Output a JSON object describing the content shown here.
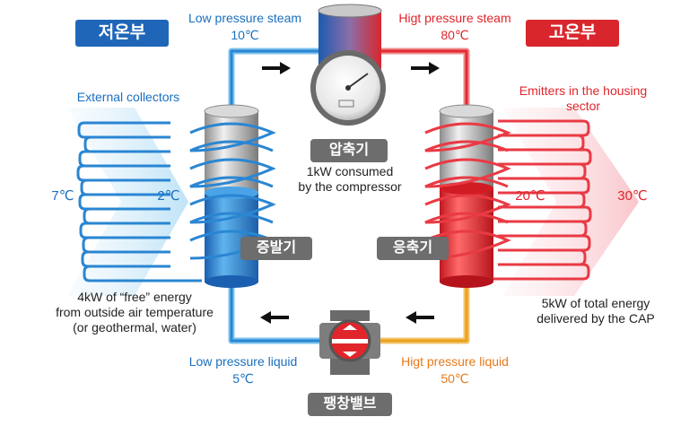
{
  "cold_side": {
    "title": "저온부",
    "collectors_label": "External collectors",
    "temp_in": "7℃",
    "temp_out": "2℃"
  },
  "hot_side": {
    "title": "고온부",
    "emitters_label_line1": "Emitters in the housing",
    "emitters_label_line2": "sector",
    "temp_in": "20℃",
    "temp_out": "30℃"
  },
  "top_left": {
    "label": "Low pressure steam",
    "temp": "10℃"
  },
  "top_right": {
    "label": "Higt pressure steam",
    "temp": "80℃"
  },
  "bottom_left": {
    "label": "Low pressure liquid",
    "temp": "5℃"
  },
  "bottom_right": {
    "label": "Higt pressure liquid",
    "temp": "50℃"
  },
  "compressor": {
    "name": "압축기",
    "note_line1": "1kW consumed",
    "note_line2": "by the compressor"
  },
  "evaporator": {
    "name": "증발기"
  },
  "condenser": {
    "name": "응축기"
  },
  "expansion_valve": {
    "name": "팽창밸브"
  },
  "energy_in": {
    "line1": "4kW of “free” energy",
    "line2": "from outside air temperature",
    "line3": "(or geothermal, water)"
  },
  "energy_out": {
    "line1": "5kW of total energy",
    "line2": "delivered by the CAP"
  },
  "colors": {
    "cold": "#1a6fc0",
    "hot": "#e0252b",
    "warm_liquid": "#e8a51a",
    "badge_cold": "#1f66b8",
    "badge_hot": "#d8262c"
  }
}
